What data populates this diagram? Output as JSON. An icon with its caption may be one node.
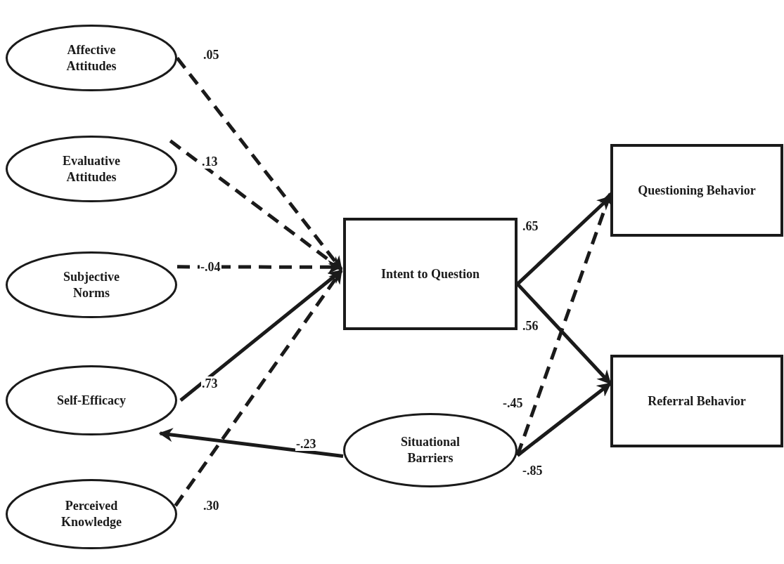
{
  "diagram": {
    "nodes": [
      {
        "text": [
          "Affective Attitudes"
        ]
      },
      {
        "text": [
          "Evaluative Attitudes"
        ]
      },
      {
        "text": [
          "Subjective Norms"
        ]
      },
      {
        "text": [
          "Self-Efficacy"
        ]
      },
      {
        "text": [
          "Perceived Knowledge"
        ]
      },
      {
        "text": [
          "Intent to Question"
        ]
      },
      {
        "text": [
          "Questioning Behavior"
        ]
      },
      {
        "text": [
          "Referral Behavior"
        ]
      },
      {
        "text": [
          "Situational Barriers"
        ]
      }
    ],
    "edges": [
      {
        "from": 0,
        "to": 5,
        "arrow": "to",
        "label": ".05",
        "style": "dashed"
      },
      {
        "from": 1,
        "to": 5,
        "arrow": "to",
        "label": ".13",
        "style": "dashed"
      },
      {
        "from": 2,
        "to": 5,
        "arrow": "to",
        "label": "-.04",
        "style": "dashed"
      },
      {
        "from": 3,
        "to": 5,
        "arrow": "to",
        "label": ".73"
      },
      {
        "from": 4,
        "to": 5,
        "arrow": "to",
        "label": ".30",
        "style": "dashed"
      },
      {
        "from": 5,
        "to": 6,
        "arrow": "to",
        "label": ".65"
      },
      {
        "from": 5,
        "to": 7,
        "arrow": "to",
        "label": ".56"
      },
      {
        "from": 8,
        "to": 3,
        "arrow": "to",
        "label": "-.23"
      },
      {
        "from": 8,
        "to": 6,
        "arrow": "to",
        "label": "-.45",
        "style": "dashed"
      },
      {
        "from": 8,
        "to": 7,
        "arrow": "to",
        "label": "-.85"
      }
    ]
  }
}
